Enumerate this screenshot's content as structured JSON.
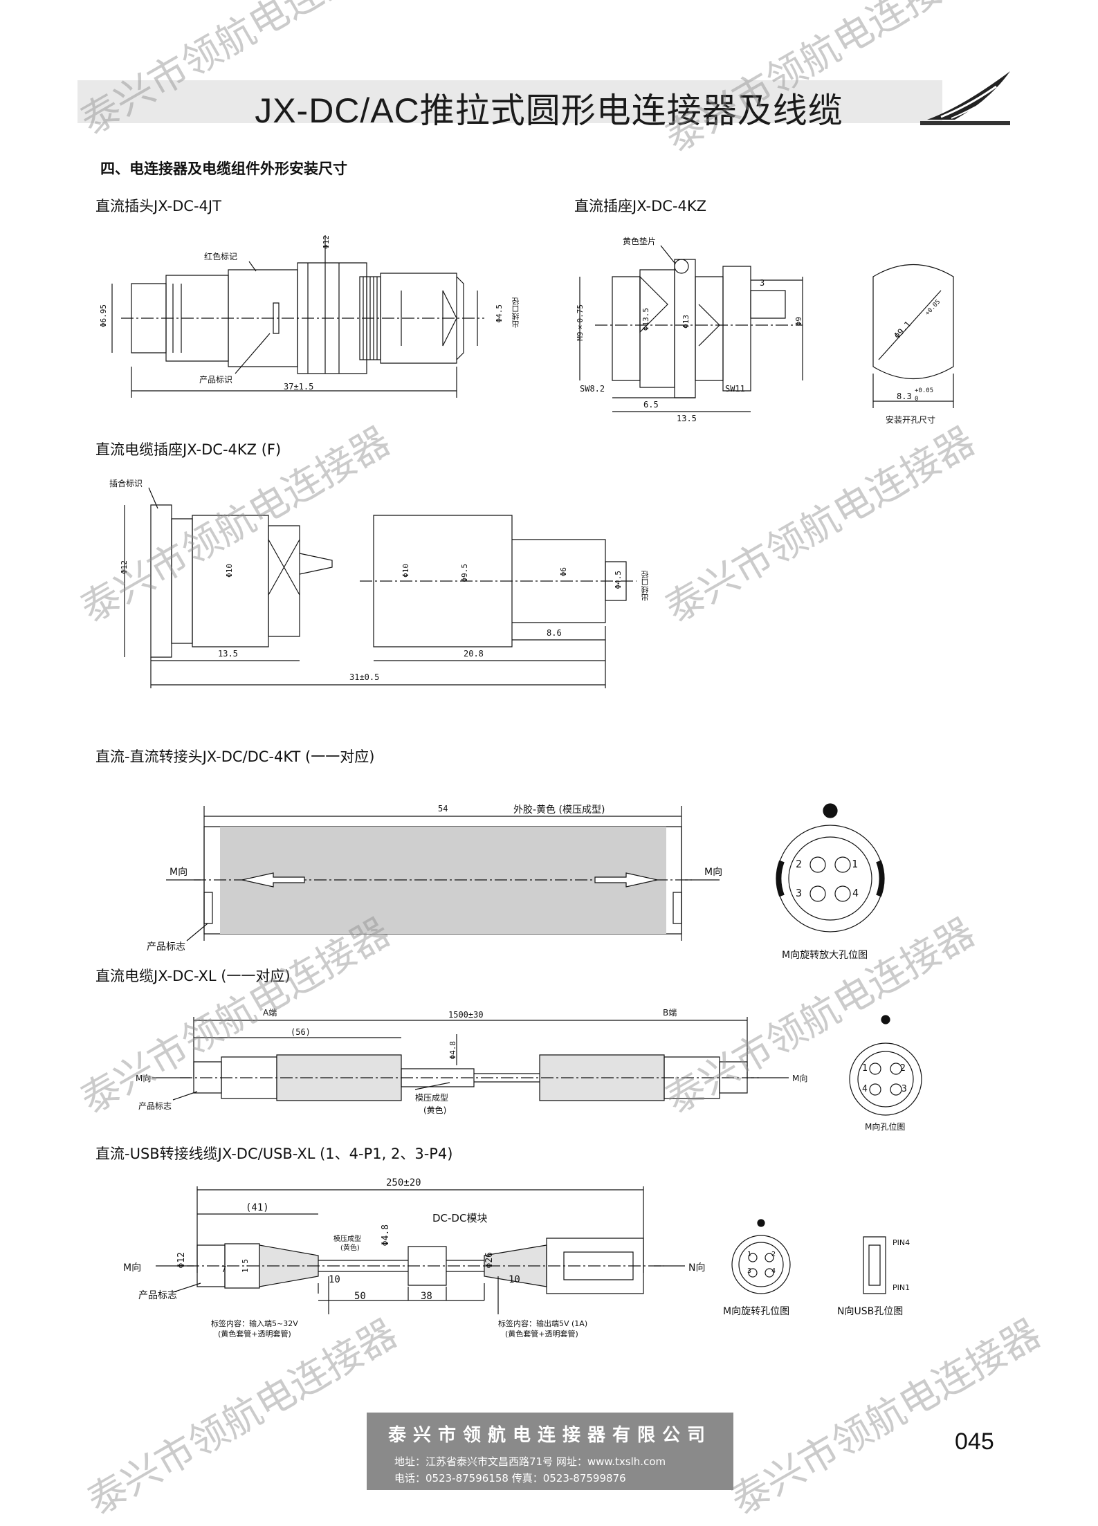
{
  "header": {
    "title": "JX-DC/AC推拉式圆形电连接器及线缆"
  },
  "section_heading": "四、电连接器及电缆组件外形安装尺寸",
  "drawings": {
    "plug": {
      "title": "直流插头JX-DC-4JT",
      "labels": [
        "红色标记",
        "产品标识",
        "出线口径"
      ],
      "dims": [
        "Φ12",
        "Φ6.95",
        "Φ4.5",
        "37±1.5"
      ]
    },
    "socket": {
      "title": "直流插座JX-DC-4KZ",
      "labels": [
        "黄色垫片",
        "安装开孔尺寸"
      ],
      "dims": [
        "3",
        "M9×0.75",
        "Φ13.5",
        "Φ13",
        "Φ9",
        "SW8.2",
        "SW11",
        "6.5",
        "13.5",
        "Φ9.1",
        "+0.05",
        "8.3",
        "+0.05",
        "0"
      ]
    },
    "cable_socket": {
      "title": "直流电缆插座JX-DC-4KZ (F)",
      "labels": [
        "插合标识",
        "出线口径"
      ],
      "dims": [
        "Φ12",
        "Φ10",
        "Φ10",
        "Φ9.5",
        "Φ6",
        "Φ4.5",
        "13.5",
        "20.8",
        "8.6",
        "31±0.5"
      ]
    },
    "adapter": {
      "title": "直流-直流转接头JX-DC/DC-4KT (一一对应)",
      "labels": [
        "外胶-黄色 (模压成型)",
        "M向",
        "M向",
        "产品标志",
        "M向旋转放大孔位图"
      ],
      "dims": [
        "54"
      ],
      "pins": [
        "1",
        "2",
        "3",
        "4"
      ]
    },
    "cable": {
      "title": "直流电缆JX-DC-XL (一一对应)",
      "labels": [
        "A端",
        "B端",
        "M向",
        "M向",
        "产品标志",
        "模压成型",
        "(黄色)",
        "M向孔位图"
      ],
      "dims": [
        "1500±30",
        "(56)",
        "Φ4.8"
      ],
      "pins": [
        "1",
        "2",
        "3",
        "4"
      ]
    },
    "usb_cable": {
      "title": "直流-USB转接线缆JX-DC/USB-XL (1、4-P1, 2、3-P4)",
      "labels": [
        "M向",
        "N向",
        "产品标志",
        "DC-DC模块",
        "模压成型",
        "(黄色)",
        "标签内容：输入端5~32V",
        "(黄色套管+透明套管)",
        "标签内容：输出端5V (1A)",
        "(黄色套管+透明套管)",
        "M向旋转孔位图",
        "N向USB孔位图",
        "PIN4",
        "PIN1"
      ],
      "dims": [
        "250±20",
        "(41)",
        "Φ12",
        "7",
        "1.5",
        "Φ4.8",
        "Φ26",
        "10",
        "50",
        "38",
        "10"
      ],
      "pins": [
        "1",
        "2",
        "3",
        "4"
      ]
    }
  },
  "watermark": "泰兴市领航电连接器",
  "footer": {
    "company": "泰兴市领航电连接器有限公司",
    "address_line": "地址：江苏省泰兴市文昌西路71号  网址：www.txslh.com",
    "phone_line": "电话：0523-87596158         传真：0523-87599876"
  },
  "page_number": "045"
}
